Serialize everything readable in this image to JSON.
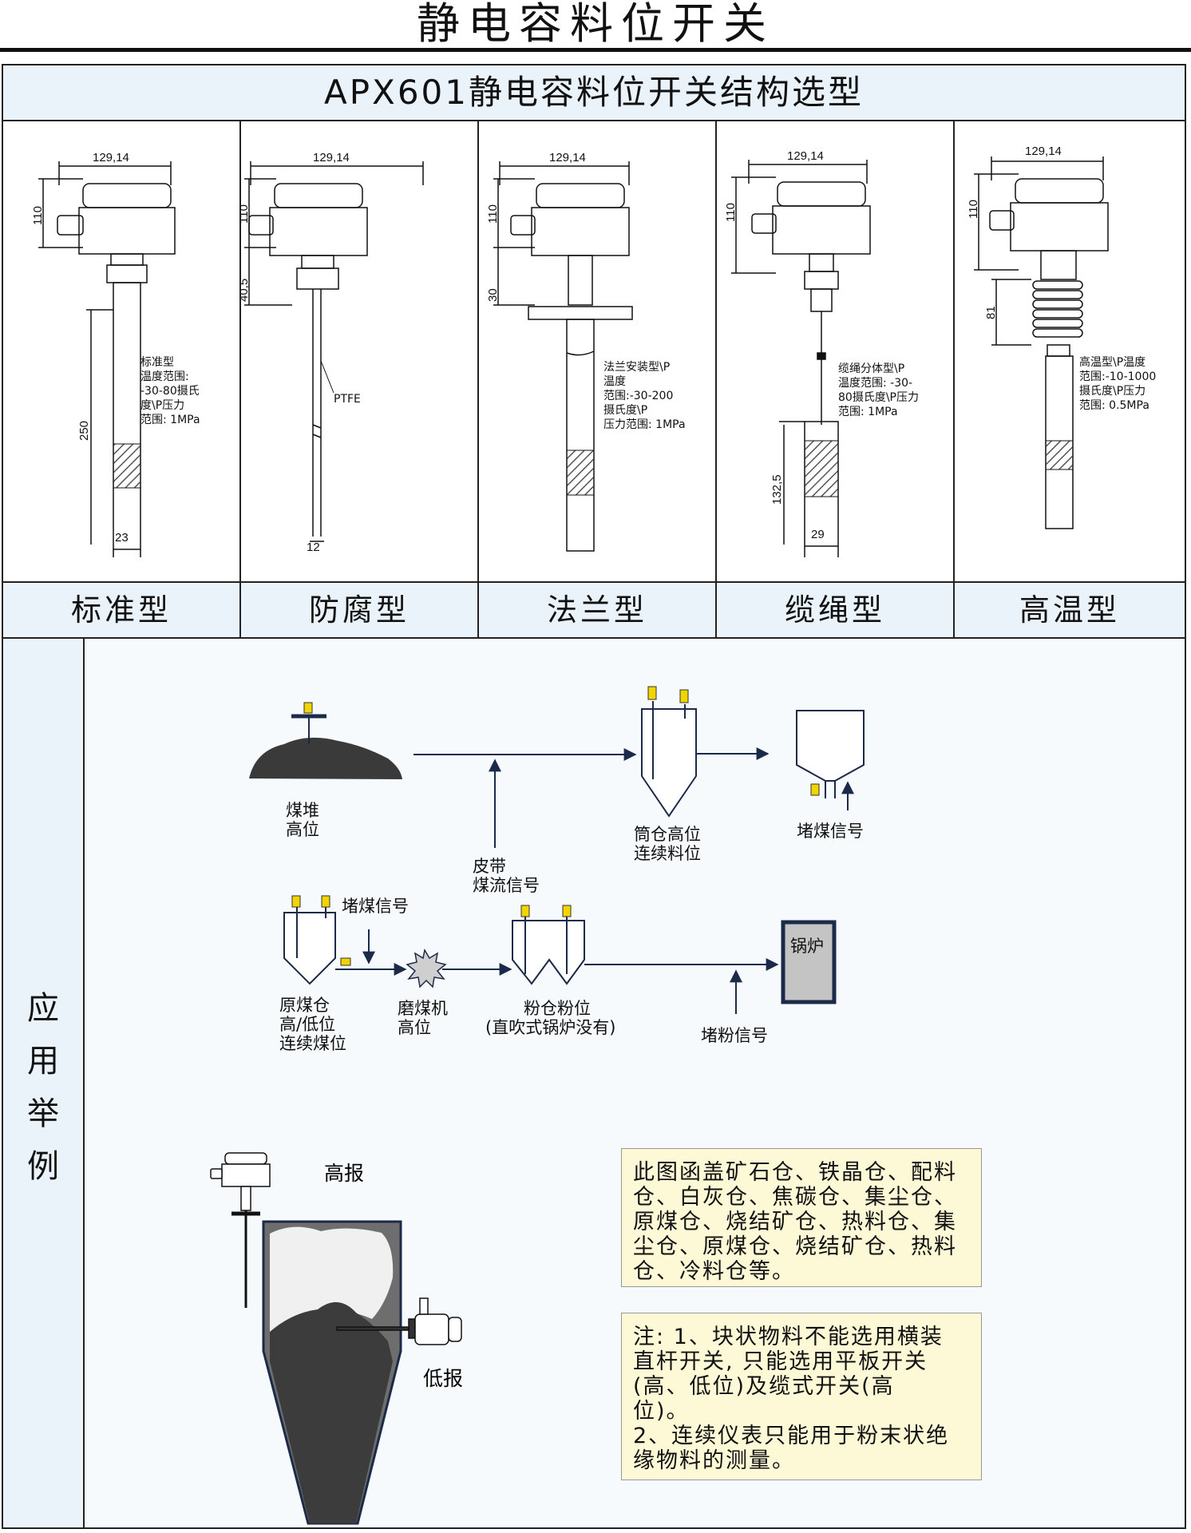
{
  "page_title": "静电容料位开关",
  "structure_header": "APX601静电容料位开关结构选型",
  "models": [
    {
      "type_label": "标准型",
      "dims": [
        "129,14",
        "110",
        "250",
        "23"
      ],
      "desc": [
        "标准型",
        "温度范围:",
        "-30-80摄氏",
        "度\\P压力",
        "范围: 1MPa"
      ]
    },
    {
      "type_label": "防腐型",
      "dims": [
        "129,14",
        "110",
        "40,5",
        "12"
      ],
      "material": "PTFE"
    },
    {
      "type_label": "法兰型",
      "dims": [
        "129,14",
        "110",
        "30"
      ],
      "desc": [
        "法兰安装型\\P",
        "温度",
        "范围:-30-200",
        "摄氏度\\P",
        "压力范围: 1MPa"
      ]
    },
    {
      "type_label": "缆绳型",
      "dims": [
        "129,14",
        "110",
        "132,5",
        "29"
      ],
      "desc": [
        "缆绳分体型\\P",
        "温度范围: -30-",
        "80摄氏度\\P压力",
        "范围: 1MPa"
      ]
    },
    {
      "type_label": "高温型",
      "dims": [
        "129,14",
        "110",
        "81"
      ],
      "desc": [
        "高温型\\P温度",
        "范围:-10-1000",
        "摄氏度\\P压力",
        "范围: 0.5MPa"
      ]
    }
  ],
  "application": {
    "side_label": [
      "应",
      "用",
      "举",
      "例"
    ],
    "flow1": {
      "coal_pile": [
        "煤堆",
        "高位"
      ],
      "belt": [
        "皮带",
        "煤流信号"
      ],
      "silo": [
        "筒仓高位",
        "连续料位"
      ],
      "blockage": "堵煤信号"
    },
    "flow2": {
      "raw_coal": [
        "原煤仓",
        "高/低位",
        "连续煤位"
      ],
      "blockage": "堵煤信号",
      "mill": [
        "磨煤机",
        "高位"
      ],
      "powder_bin": [
        "粉仓粉位",
        "(直吹式锅炉没有)"
      ],
      "boiler": "锅炉",
      "powder_block": "堵粉信号"
    },
    "silo_labels": {
      "high": "高报",
      "low": "低报"
    },
    "note1": [
      "此图函盖矿石仓、铁晶仓、配料",
      "仓、白灰仓、焦碳仓、集尘仓、",
      "原煤仓、烧结矿仓、热料仓、集",
      "尘仓、原煤仓、烧结矿仓、热料",
      "仓、冷料仓等。"
    ],
    "note2": [
      "注: 1、块状物料不能选用横装",
      "直杆开关, 只能选用平板开关",
      "(高、低位)及缆式开关(高",
      "位)。",
      "2、连续仪表只能用于粉末状绝",
      "缘物料的测量。"
    ]
  },
  "colors": {
    "header_bg": "#eaf3fa",
    "note_bg": "#fdf8d6",
    "sensor_tag": "#f2d500",
    "hatch": "#888888",
    "line": "#1c2a4a"
  }
}
